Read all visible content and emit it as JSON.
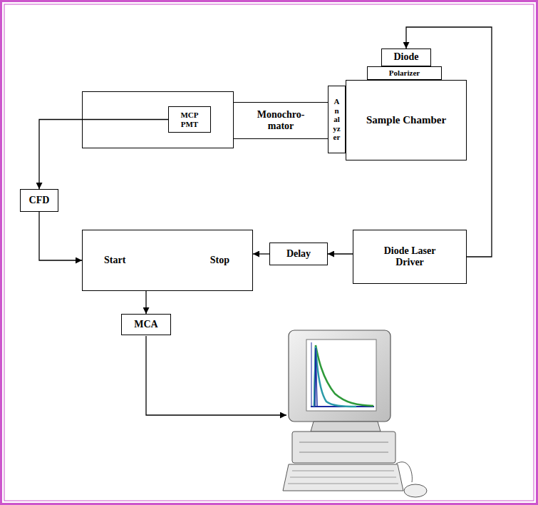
{
  "diagram": {
    "nodes": [
      {
        "text": [
          "Diode"
        ]
      },
      {
        "text": [
          "Polarizer"
        ]
      },
      {
        "text": []
      },
      {
        "text": [
          "MCP PMT"
        ],
        "in": 2
      },
      {
        "text": [
          "Monochro- mator"
        ]
      },
      {
        "text": [
          "A n al yz er"
        ]
      },
      {
        "text": [
          "Sample Chamber"
        ]
      },
      {
        "text": [
          "CFD"
        ]
      },
      {
        "text": [
          "Start",
          "Stop"
        ]
      },
      {
        "text": [
          "Delay"
        ]
      },
      {
        "text": [
          "Diode Laser Driver"
        ]
      },
      {
        "text": [
          "MCA"
        ]
      }
    ],
    "edges": [
      {
        "from": 3,
        "to": 7,
        "arrow": "to"
      },
      {
        "from": 7,
        "to": 8,
        "arrow": "to"
      },
      {
        "from": 9,
        "to": 8,
        "arrow": "to"
      },
      {
        "from": 10,
        "to": 9,
        "arrow": "to"
      },
      {
        "from": 10,
        "to": 0,
        "arrow": "to"
      },
      {
        "from": 8,
        "to": 11,
        "arrow": "to"
      }
    ]
  }
}
